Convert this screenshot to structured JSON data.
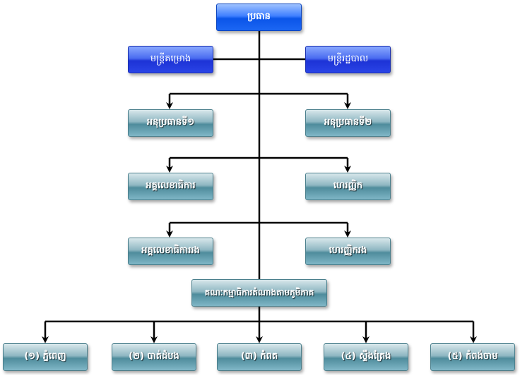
{
  "colors": {
    "connector": "#000000",
    "top_node": "#1b66f3",
    "advisor_node": "#2a44e6",
    "unit_node": "#4f8c9c"
  },
  "root": {
    "label": "ប្រធាន"
  },
  "advisors": [
    {
      "label": "មន្ត្រីគម្រោង"
    },
    {
      "label": "មន្ត្រីរដ្ឋបាល"
    }
  ],
  "deputies": [
    {
      "label": "អនុប្រធានទី១"
    },
    {
      "label": "អនុប្រធានទី២"
    }
  ],
  "secretaries": [
    {
      "label": "អគ្គលេខាធិការ"
    },
    {
      "label": "ហេរញ្ញិក"
    }
  ],
  "assistants": [
    {
      "label": "អគ្គលេខាធិការរង"
    },
    {
      "label": "ហេរញ្ញិករង"
    }
  ],
  "committee": {
    "label": "គណៈកម្មាធិការតំណាងតាមភូមិភាគ"
  },
  "regions": [
    {
      "label": "(១) ភ្នំពេញ"
    },
    {
      "label": "(២) បាត់ដំបង"
    },
    {
      "label": "(៣) កំពត"
    },
    {
      "label": "(៤) ស្ទឹងត្រែង"
    },
    {
      "label": "(៥) កំពង់ចាម"
    }
  ]
}
